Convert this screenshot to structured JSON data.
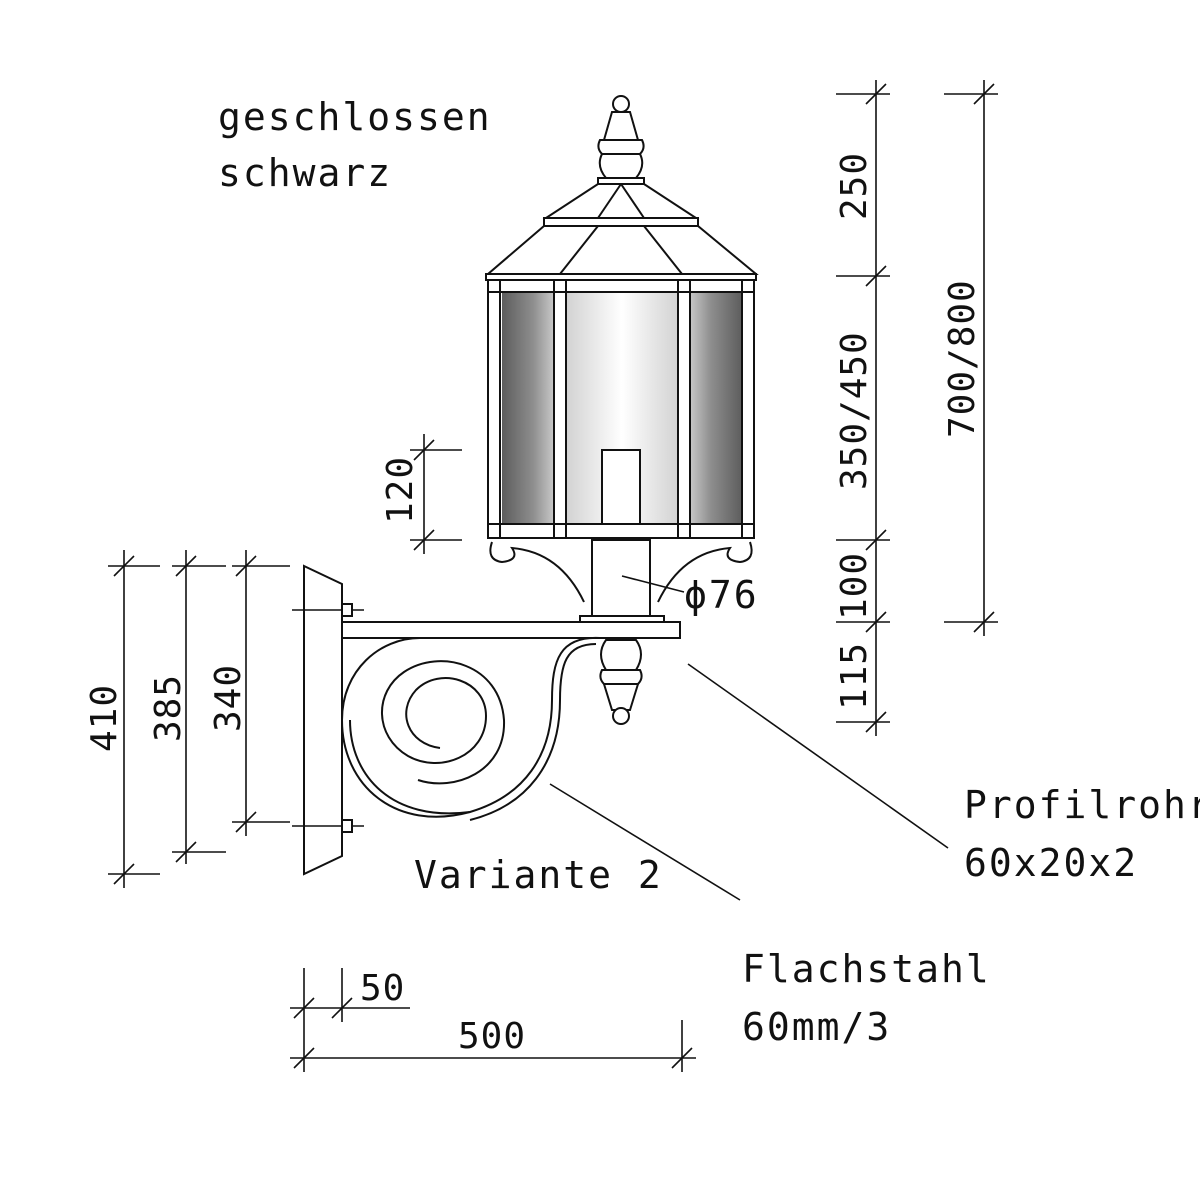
{
  "notes": {
    "line1": "geschlossen",
    "line2": "schwarz",
    "variant": "Variante 2"
  },
  "callouts": {
    "profile_label": "Profilrohr",
    "profile_size": "60x20x2",
    "flat_label": "Flachstahl",
    "flat_size": "60mm/3",
    "diameter": "ϕ76"
  },
  "dimensions": {
    "top": "250",
    "body": "350/450",
    "neck": "100",
    "bottom": "115",
    "total": "700/800",
    "glass_base": "120",
    "plate_outer": "410",
    "plate_mid": "385",
    "plate_inner": "340",
    "plate_width": "50",
    "arm_length": "500"
  },
  "colors": {
    "line": "#111111",
    "glass_dark": "#6f6f6f",
    "glass_light": "#f2f2f2"
  }
}
